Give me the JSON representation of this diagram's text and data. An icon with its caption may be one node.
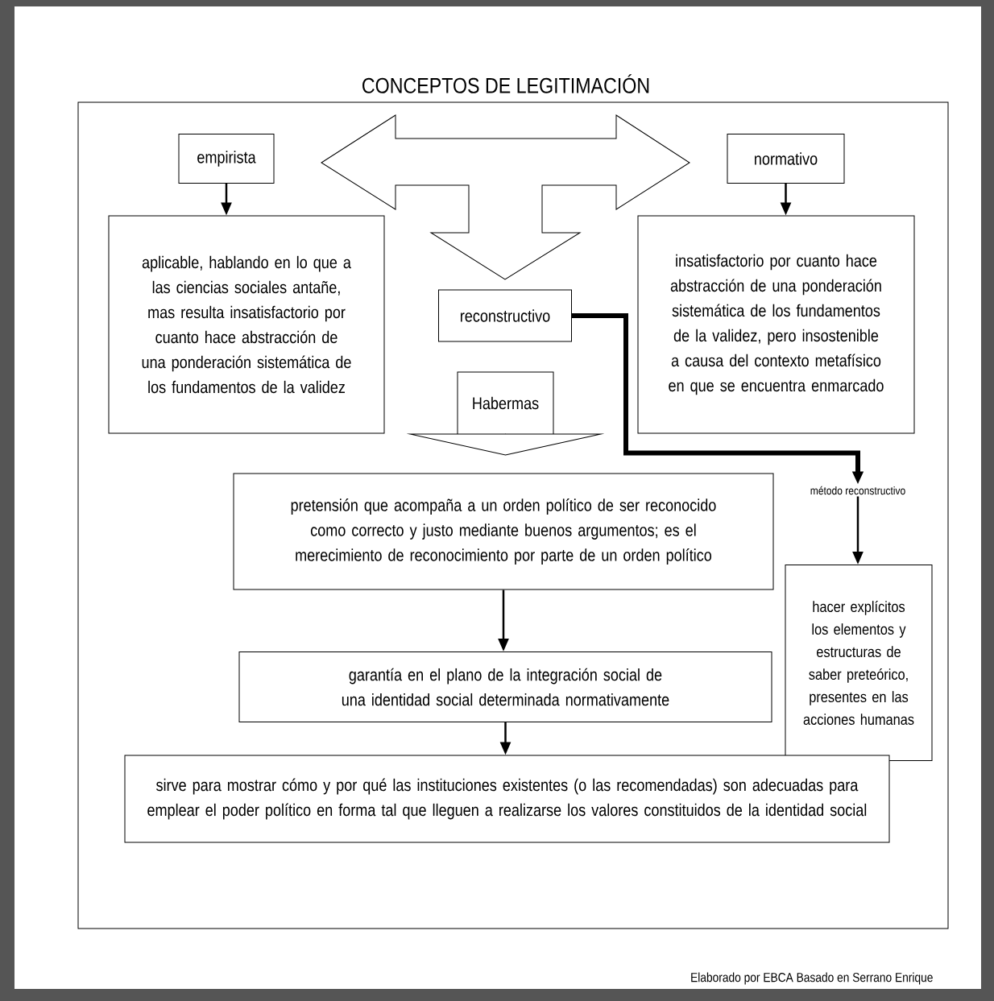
{
  "diagram": {
    "title": "CONCEPTOS DE LEGITIMACIÓN",
    "nodes": [
      {
        "text": [
          "empirista"
        ]
      },
      {
        "text": [
          "normativo"
        ]
      },
      {
        "text": [
          "aplicable, hablando en lo que a las ciencias sociales antañe, mas resulta insatisfactorio por cuanto hace abstracción de una ponderación sistemática de los fundamentos de la validez"
        ]
      },
      {
        "text": [
          "insatisfactorio por cuanto hace abstracción de una ponderación sistemática de los fundamentos de la validez, pero insostenible a causa del contexto metafísico en que se encuentra enmarcado"
        ]
      },
      {
        "text": [],
        "shape": "arrow"
      },
      {
        "text": [
          "reconstructivo"
        ]
      },
      {
        "text": [
          "Habermas"
        ]
      },
      {
        "text": [
          "método reconstructivo"
        ]
      },
      {
        "text": [
          "pretensión que acompaña a un orden político de ser reconocido como correcto y justo mediante buenos argumentos; es el merecimiento de reconocimiento por parte de un orden político"
        ]
      },
      {
        "text": [
          "hacer explícitos los elementos y estructuras de saber preteórico, presentes en las acciones humanas"
        ]
      },
      {
        "text": [
          "garantía en el plano de la integración social de una identidad social determinada normativamente"
        ]
      },
      {
        "text": [
          "sirve para mostrar cómo y por qué las instituciones existentes (o las recomendadas) son adecuadas para emplear el poder político en forma tal que lleguen a realizarse los valores constituidos de la identidad social"
        ]
      }
    ],
    "edges": [
      {
        "from": 0,
        "to": 2,
        "arrow": "to"
      },
      {
        "from": 1,
        "to": 3,
        "arrow": "to"
      },
      {
        "from": 5,
        "to": 7,
        "arrow": "to",
        "style": "thick"
      },
      {
        "from": 6,
        "to": 8,
        "arrow": "to"
      },
      {
        "from": 7,
        "to": 9,
        "arrow": "to"
      },
      {
        "from": 8,
        "to": 10,
        "arrow": "to"
      },
      {
        "from": 10,
        "to": 11,
        "arrow": "to"
      }
    ],
    "labels": [
      "Elaborado por EBCA Basado en Serrano Enrique"
    ]
  }
}
